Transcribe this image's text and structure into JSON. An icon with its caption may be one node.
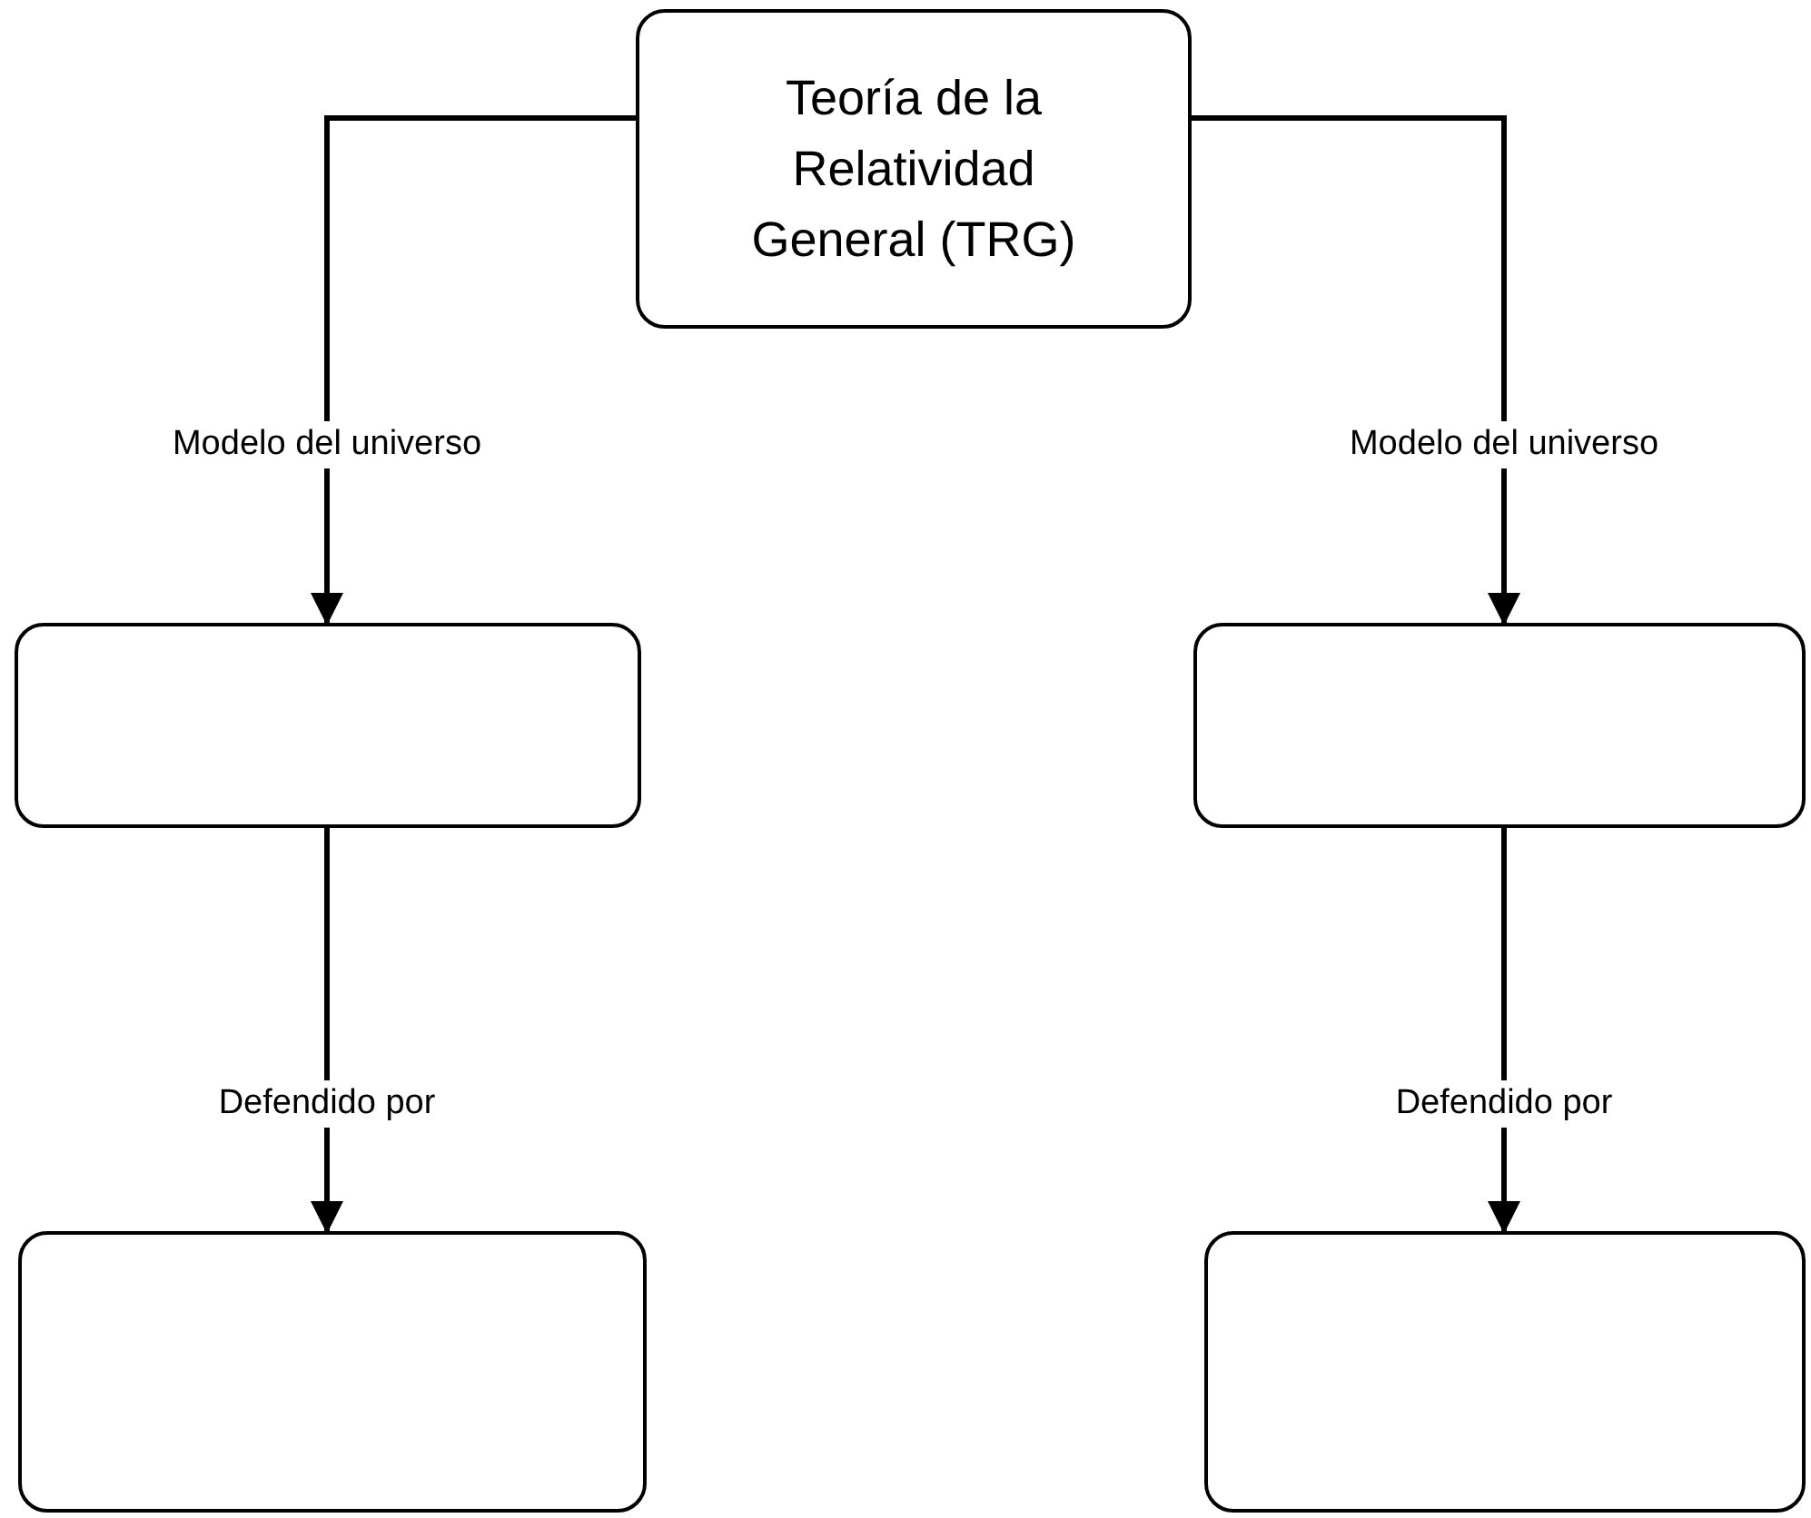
{
  "diagram": {
    "nodes": [
      {
        "text": [
          "Teoría de la Relatividad General (TRG)"
        ]
      },
      {
        "text": [],
        "shape": "box"
      },
      {
        "text": [],
        "shape": "box"
      },
      {
        "text": [],
        "shape": "box"
      },
      {
        "text": [],
        "shape": "box"
      }
    ],
    "edges": [
      {
        "from": 0,
        "to": 1,
        "arrow": "to",
        "label": "Modelo del universo"
      },
      {
        "from": 0,
        "to": 2,
        "arrow": "to",
        "label": "Modelo del universo"
      },
      {
        "from": 1,
        "to": 3,
        "arrow": "to",
        "label": "Defendido por"
      },
      {
        "from": 2,
        "to": 4,
        "arrow": "to",
        "label": "Defendido por"
      }
    ]
  }
}
